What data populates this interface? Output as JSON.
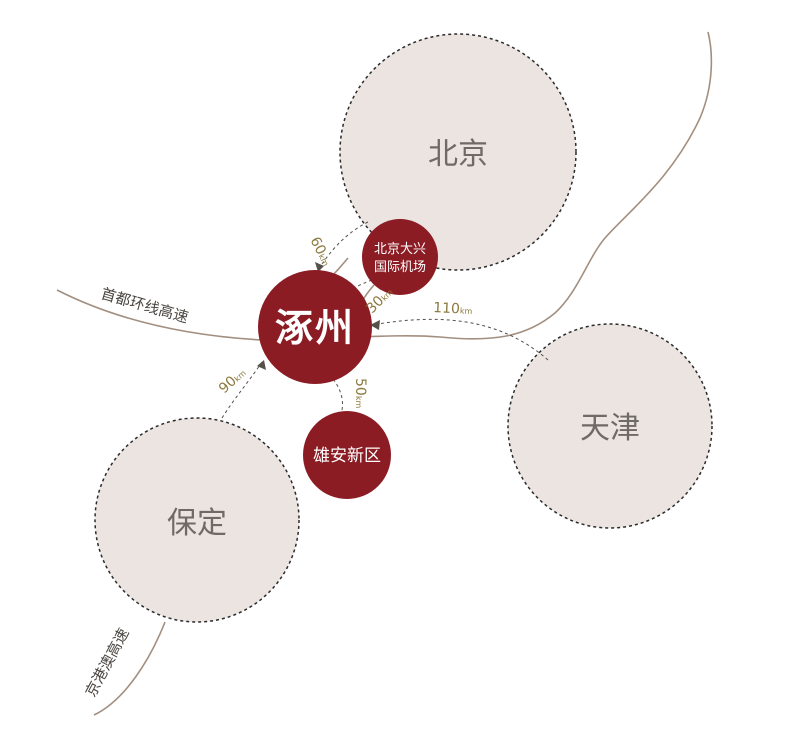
{
  "colors": {
    "city_circle_fill": "#ebe4e1",
    "highlight_circle_fill": "#8c1c24",
    "road_line": "#a28f80",
    "distance_text": "#8c7a3e"
  },
  "cities": {
    "beijing": "北京",
    "tianjin": "天津",
    "baoding": "保定"
  },
  "center": {
    "name": "涿州"
  },
  "airport": {
    "line1": "北京大兴",
    "line2": "国际机场"
  },
  "xiongan": {
    "name": "雄安新区"
  },
  "roads": {
    "ring_expressway": "首都环线高速",
    "jinggang_expressway": "京港澳高速"
  },
  "distances": {
    "to_beijing": {
      "value": "60",
      "unit": "km"
    },
    "to_airport": {
      "value": "30",
      "unit": "km"
    },
    "to_tianjin": {
      "value": "110",
      "unit": "km"
    },
    "to_baoding": {
      "value": "90",
      "unit": "km"
    },
    "to_xiongan": {
      "value": "50",
      "unit": "km"
    }
  }
}
